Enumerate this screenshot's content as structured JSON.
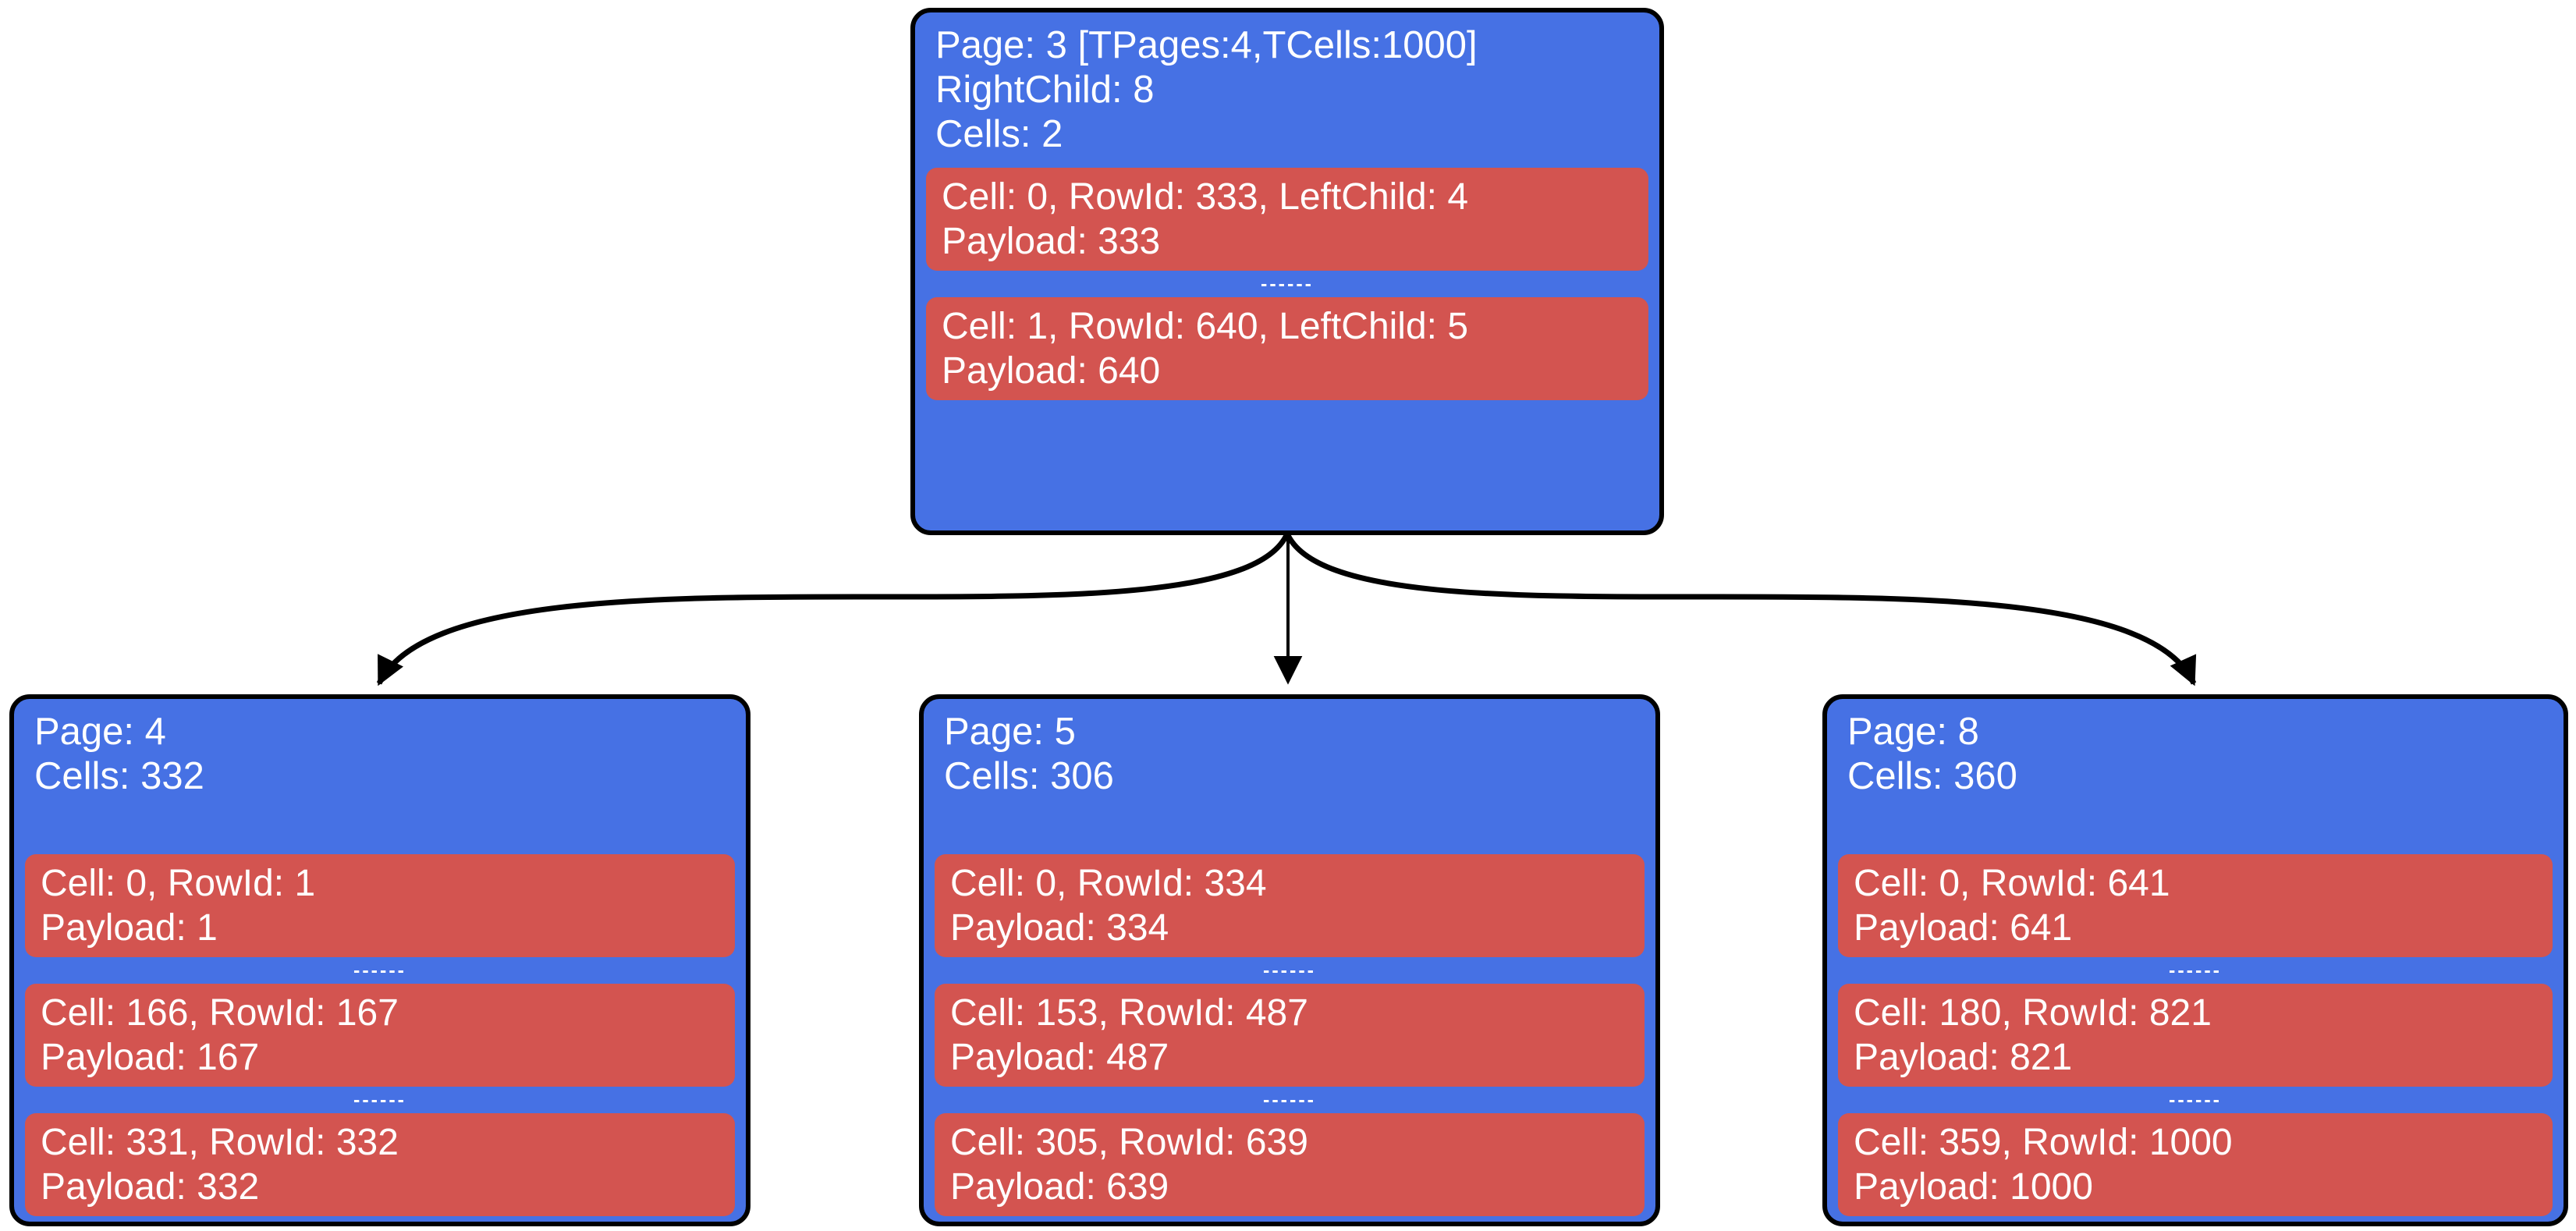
{
  "separator": "------",
  "colors": {
    "node_fill": "#4671e4",
    "cell_fill": "#d35450",
    "text": "#ffffff",
    "edge": "#000000",
    "background": "#ffffff"
  },
  "nodes": {
    "root": {
      "header": [
        "Page: 3 [TPages:4,TCells:1000]",
        "RightChild: 8",
        "Cells: 2"
      ],
      "cells": [
        [
          "Cell: 0, RowId: 333, LeftChild: 4",
          "Payload: 333"
        ],
        [
          "Cell: 1, RowId: 640, LeftChild: 5",
          "Payload: 640"
        ]
      ]
    },
    "page4": {
      "header": [
        "Page: 4",
        "Cells: 332"
      ],
      "cells": [
        [
          "Cell: 0, RowId: 1",
          "Payload: 1"
        ],
        [
          "Cell: 166, RowId: 167",
          "Payload: 167"
        ],
        [
          "Cell: 331, RowId: 332",
          "Payload: 332"
        ]
      ]
    },
    "page5": {
      "header": [
        "Page: 5",
        "Cells: 306"
      ],
      "cells": [
        [
          "Cell: 0, RowId: 334",
          "Payload: 334"
        ],
        [
          "Cell: 153, RowId: 487",
          "Payload: 487"
        ],
        [
          "Cell: 305, RowId: 639",
          "Payload: 639"
        ]
      ]
    },
    "page8": {
      "header": [
        "Page: 8",
        "Cells: 360"
      ],
      "cells": [
        [
          "Cell: 0, RowId: 641",
          "Payload: 641"
        ],
        [
          "Cell: 180, RowId: 821",
          "Payload: 821"
        ],
        [
          "Cell: 359, RowId: 1000",
          "Payload: 1000"
        ]
      ]
    }
  }
}
